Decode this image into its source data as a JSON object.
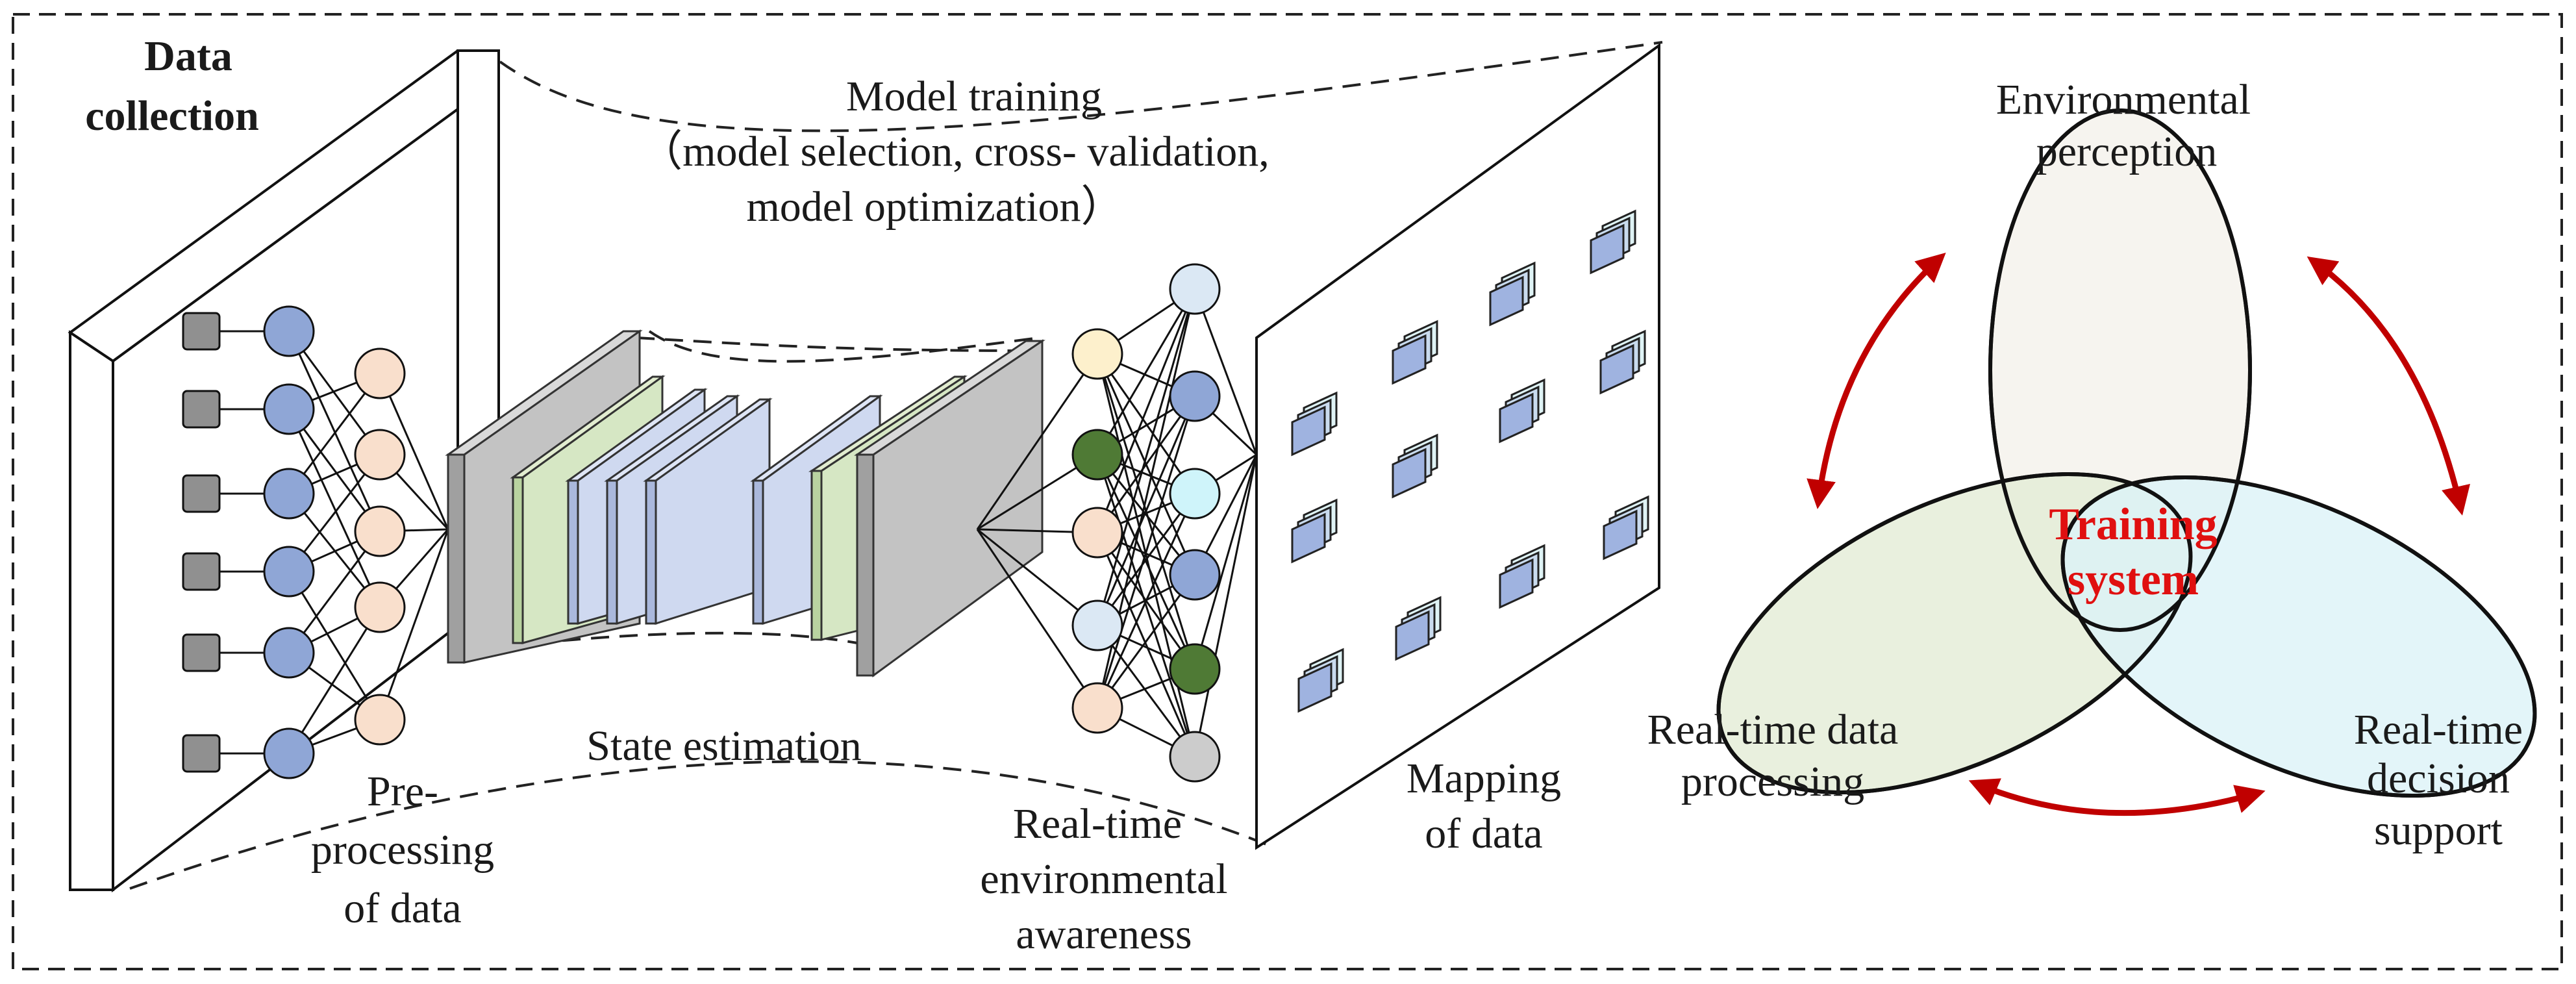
{
  "labels": {
    "data_collection_1": "Data",
    "data_collection_2": "collection",
    "model_training_1": "Model training",
    "model_training_2": "（model selection, cross- validation,",
    "model_training_3": "model optimization）",
    "preprocessing_1": "Pre-",
    "preprocessing_2": "processing",
    "preprocessing_3": "of data",
    "state_estimation": "State estimation",
    "awareness_1": "Real-time",
    "awareness_2": "environmental",
    "awareness_3": "awareness",
    "mapping_1": "Mapping",
    "mapping_2": "of data",
    "perception_1": "Environmental",
    "perception_2": "perception",
    "training_1": "Training",
    "training_2": "system",
    "processing_1": "Real-time data",
    "processing_2": "processing",
    "decision_1": "Real-time",
    "decision_2": "decision",
    "decision_3": "support"
  },
  "colors": {
    "blue_node": "#8fa6d6",
    "peach_node": "#f9dfcc",
    "green_node": "#4f7a35",
    "cyan_node": "#cff4fa",
    "light_blue_node": "#dbe8f4",
    "yellow_node": "#fdf0cc",
    "gray_node": "#cccccc",
    "square_node": "#909090",
    "arrow_red": "#c00000",
    "ellipse_beige": "#f4f2ec",
    "ellipse_green": "#e4ecd6",
    "ellipse_cyan": "#dcf3f7",
    "training_text": "#e01010"
  }
}
